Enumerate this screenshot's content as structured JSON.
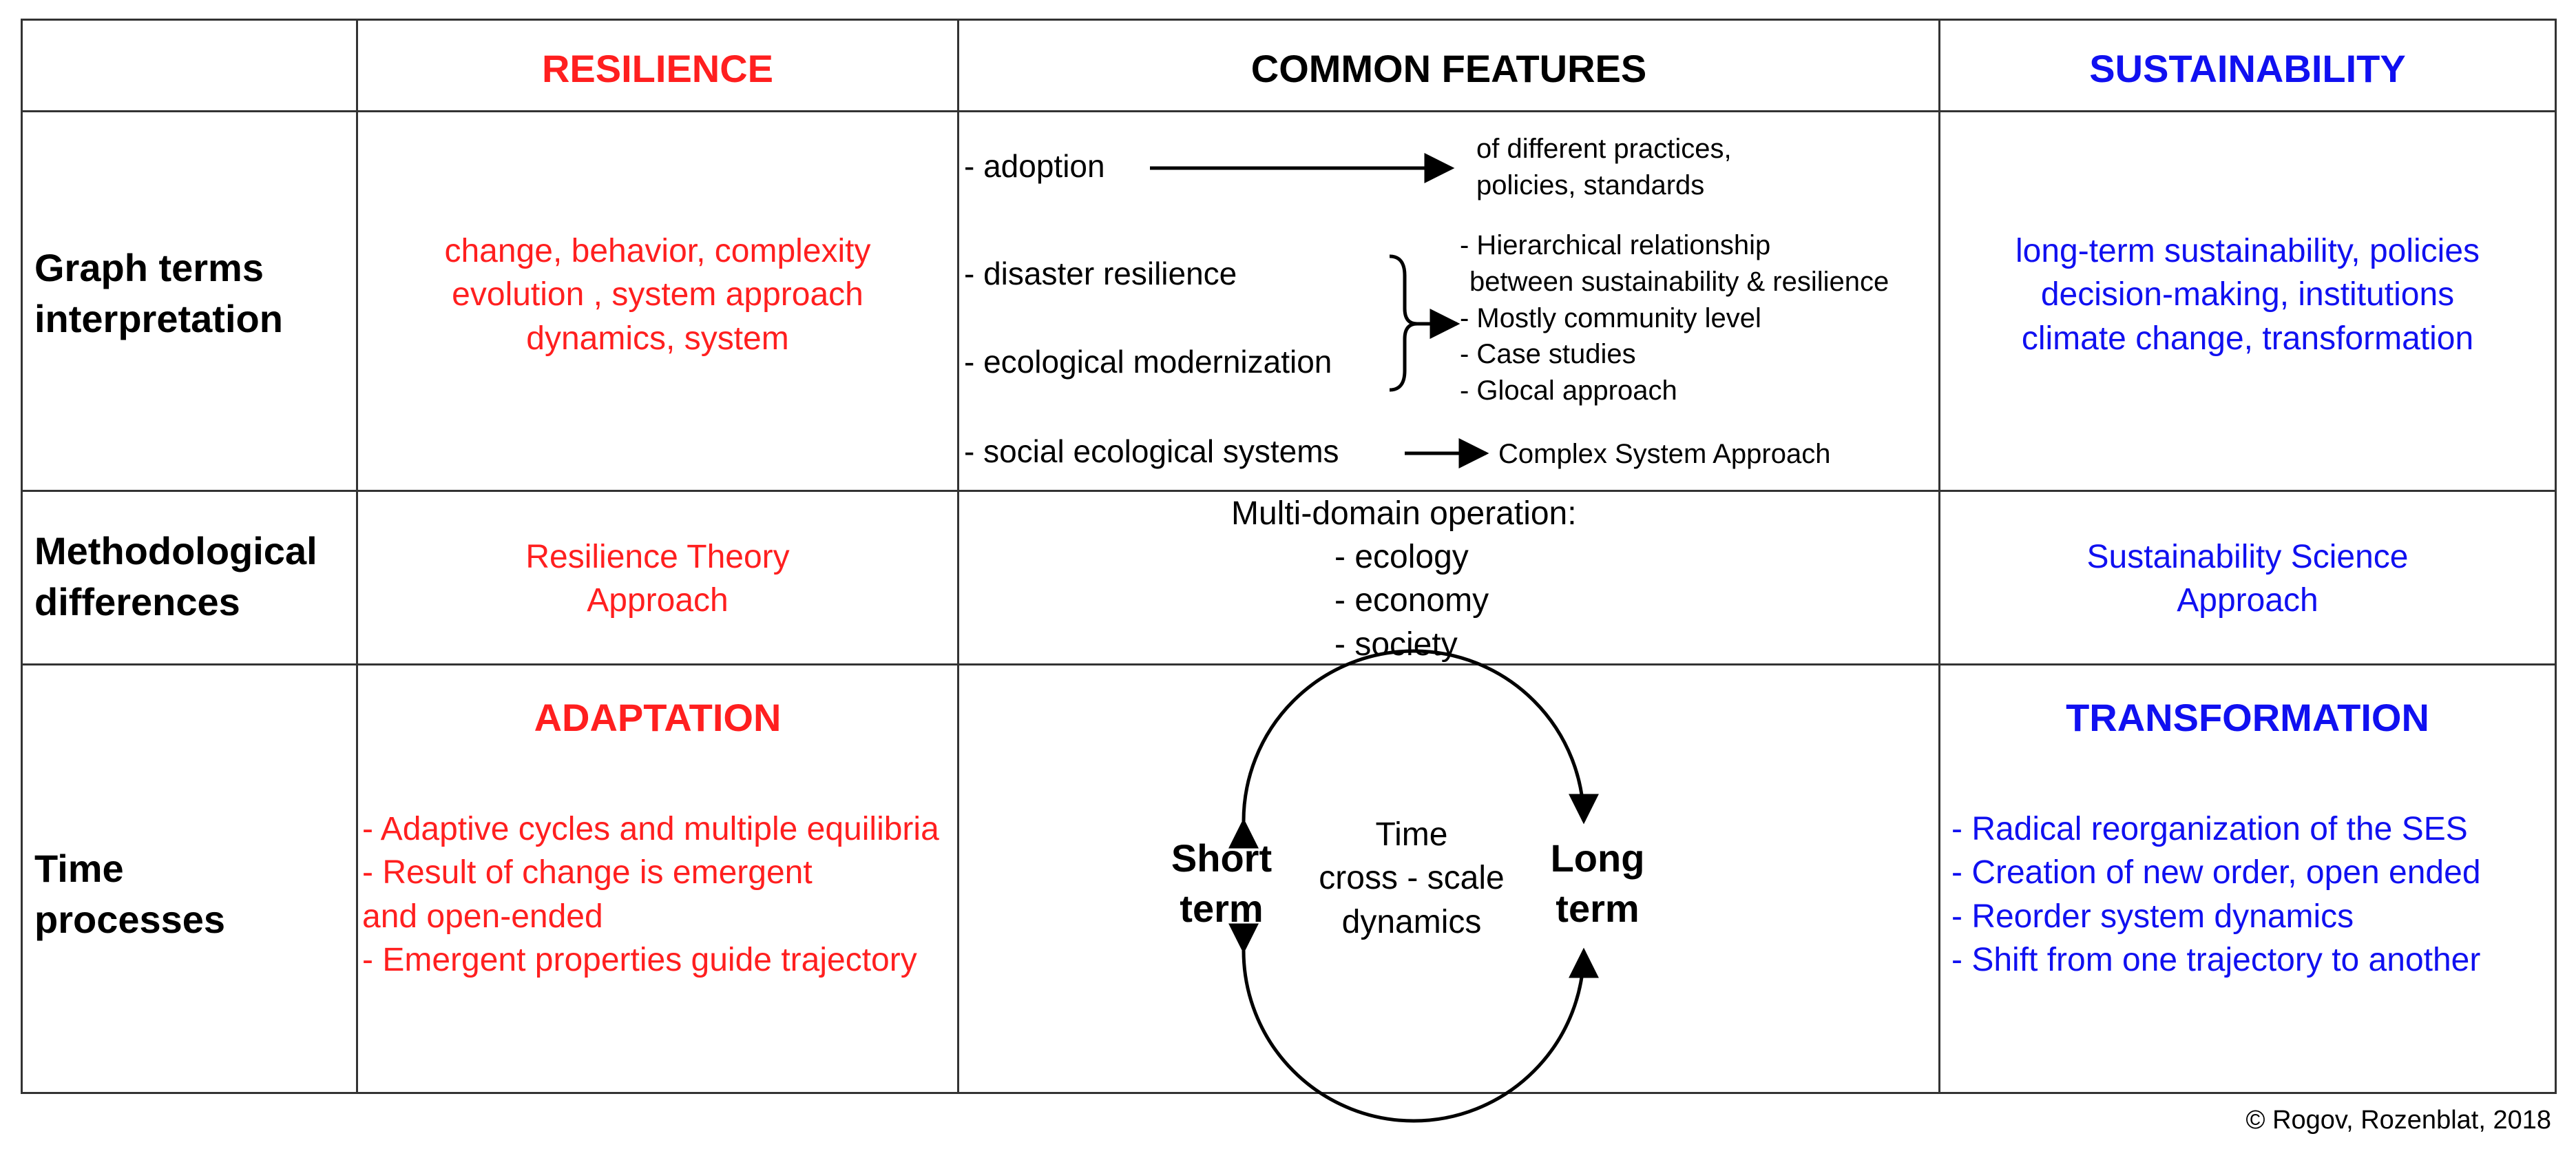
{
  "colors": {
    "resilience": "#ff1f1f",
    "sustainability": "#1010f0",
    "text": "#000000",
    "grid": "#333333"
  },
  "header": {
    "resilience": "RESILIENCE",
    "common": "COMMON FEATURES",
    "sustainability": "SUSTAINABILITY"
  },
  "rows": {
    "graph": {
      "label": [
        "Graph terms",
        "interpretation"
      ],
      "resilience": [
        "change, behavior, complexity",
        "evolution , system approach",
        "dynamics, system"
      ],
      "sustainability": [
        "long-term sustainability, policies",
        "decision-making, institutions",
        "climate change, transformation"
      ],
      "common": {
        "adoption": "- adoption",
        "adoption_result": [
          "of different practices,",
          "policies, standards"
        ],
        "disaster": "- disaster resilience",
        "ecological": "- ecological modernization",
        "bracket_results": [
          "- Hierarchical relationship",
          "between sustainability & resilience",
          "- Mostly community level",
          "- Case studies",
          "- Glocal approach"
        ],
        "ses": "- social ecological systems",
        "ses_result": "Complex System Approach"
      }
    },
    "method": {
      "label": [
        "Methodological",
        "differences"
      ],
      "resilience": [
        "Resilience Theory",
        "Approach"
      ],
      "common_title": "Multi-domain operation:",
      "common_items": [
        "- ecology",
        "- economy",
        "- society"
      ],
      "sustainability": [
        "Sustainability Science",
        "Approach"
      ]
    },
    "time": {
      "label": [
        "Time",
        "processes"
      ],
      "resilience_title": "ADAPTATION",
      "resilience_items": [
        "- Adaptive cycles and multiple equilibria",
        "- Result of change is emergent",
        "and open-ended",
        "- Emergent properties guide trajectory"
      ],
      "cycle": {
        "left": [
          "Short",
          "term"
        ],
        "center": [
          "Time",
          "cross - scale",
          "dynamics"
        ],
        "right": [
          "Long",
          "term"
        ]
      },
      "sustainability_title": "TRANSFORMATION",
      "sustainability_items": [
        "- Radical reorganization of the SES",
        "- Creation of new order, open ended",
        "- Reorder system dynamics",
        "- Shift from one trajectory to another"
      ]
    }
  },
  "copyright": "© Rogov, Rozenblat, 2018"
}
